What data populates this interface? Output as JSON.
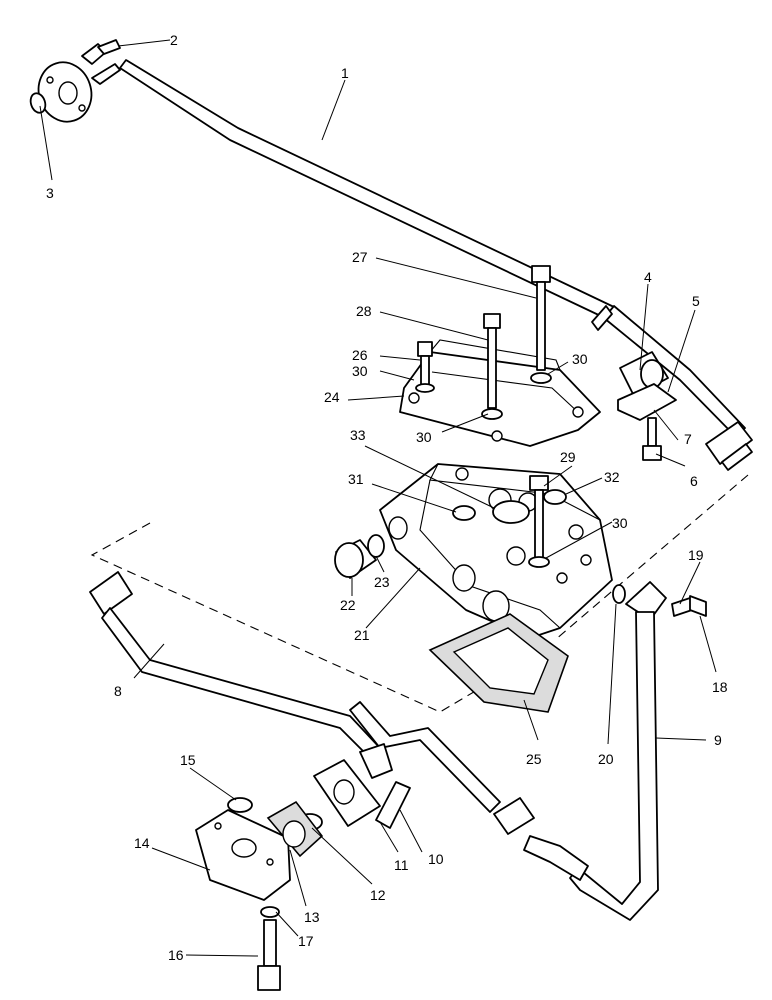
{
  "diagram": {
    "callouts": [
      "1",
      "2",
      "3",
      "4",
      "5",
      "6",
      "7",
      "8",
      "9",
      "10",
      "11",
      "12",
      "13",
      "14",
      "15",
      "16",
      "17",
      "18",
      "19",
      "20",
      "21",
      "22",
      "23",
      "24",
      "25",
      "26",
      "27",
      "28",
      "29",
      "30",
      "31",
      "32",
      "33"
    ]
  },
  "colors": {
    "line": "#000000",
    "background": "#ffffff",
    "gasket_fill": "#dcdcdc"
  }
}
